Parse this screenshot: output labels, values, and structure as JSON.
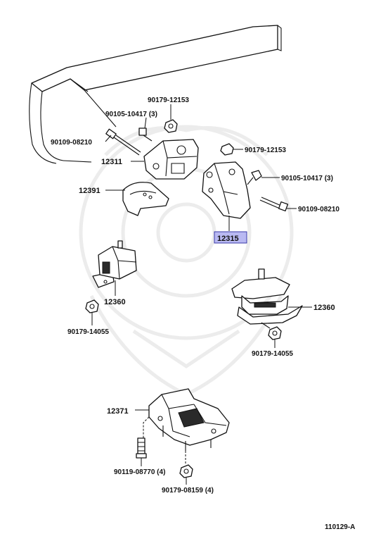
{
  "diagram_ref": "110129-A",
  "callouts": {
    "nut_12153_top": "90179-12153",
    "bolt_10417_left": "90105-10417 (3)",
    "bolt_08210_left": "90109-08210",
    "bracket_12311": "12311",
    "nut_12153_right": "90179-12153",
    "bolt_10417_right": "90105-10417 (3)",
    "shield_12391": "12391",
    "bolt_08210_right": "90109-08210",
    "bracket_12315": "12315",
    "insulator_12360_left": "12360",
    "insulator_12360_right": "12360",
    "nut_14055_left": "90179-14055",
    "nut_14055_right": "90179-14055",
    "insulator_12371": "12371",
    "bolt_08770": "90119-08770 (4)",
    "nut_08159": "90179-08159 (4)"
  },
  "highlighted_part": "12315"
}
